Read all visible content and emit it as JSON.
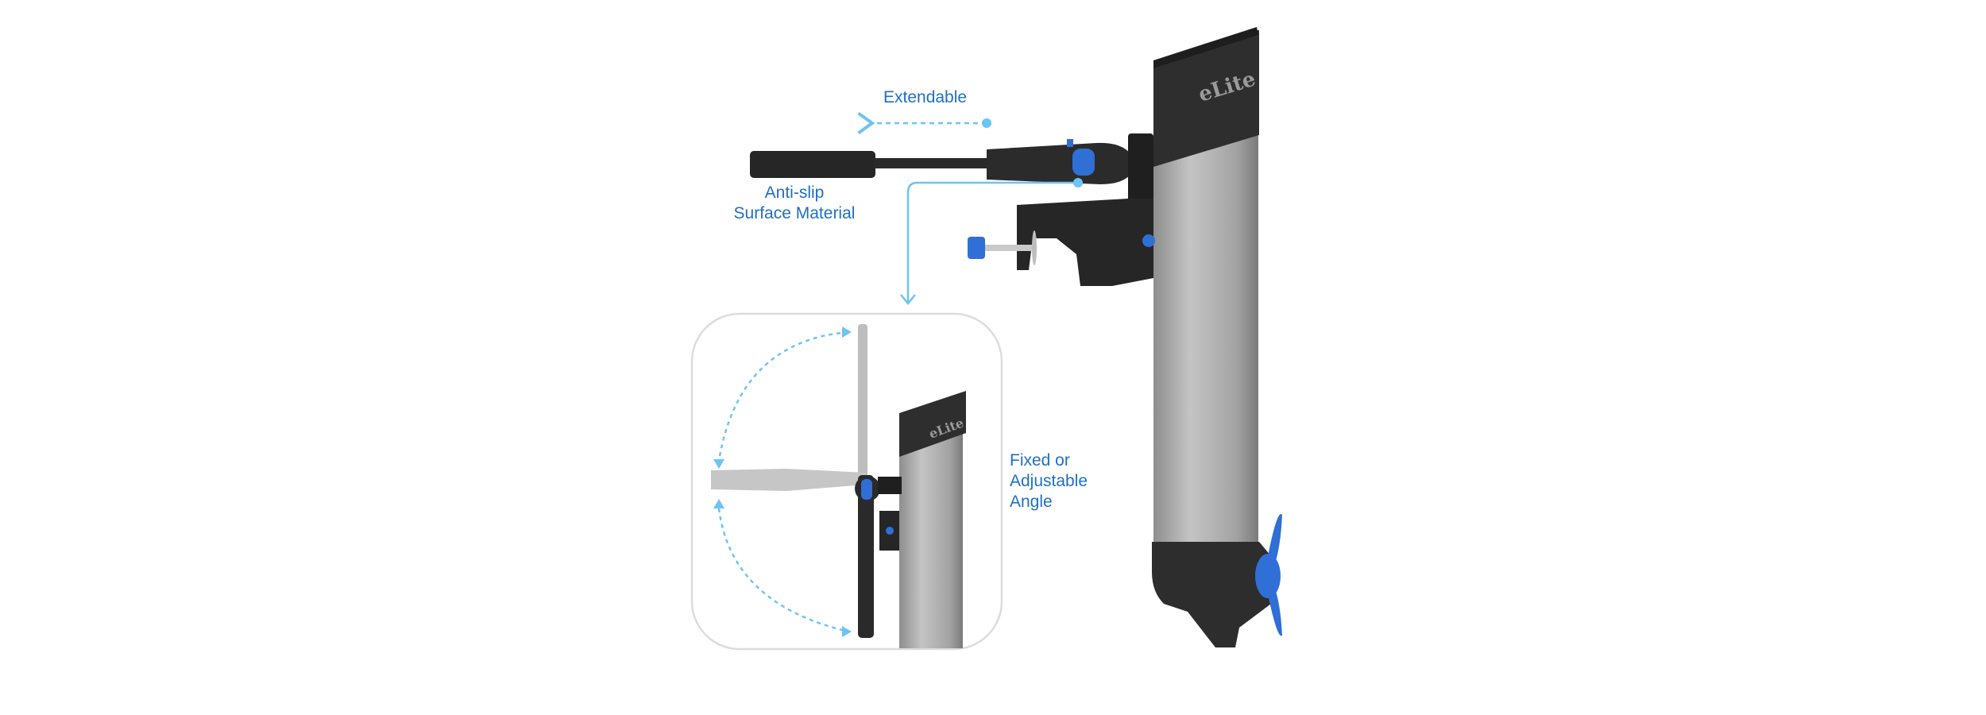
{
  "callouts": {
    "extendable": "Extendable",
    "anti_slip_line1": "Anti-slip",
    "anti_slip_line2": "Surface Material",
    "angle_line1": "Fixed or",
    "angle_line2": "Adjustable",
    "angle_line3": "Angle"
  },
  "brand": {
    "logo_text": "eLite"
  },
  "colors": {
    "label_blue": "#1f6fc4",
    "arrow_blue": "#6cc4f5",
    "accent_blue": "#2f6fd6",
    "body_gray": "#a9a9a9",
    "dark": "#2c2c2c"
  }
}
